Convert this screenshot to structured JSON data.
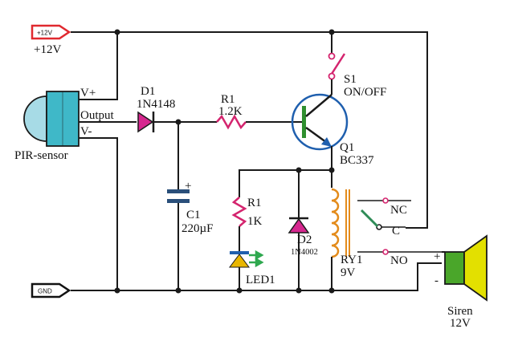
{
  "labels": {
    "vcc_tag": "+12V",
    "vcc_text": "+12V",
    "gnd_tag": "GND",
    "pir_vplus": "V+",
    "pir_output": "Output",
    "pir_vminus": "V-",
    "pir_name": "PIR-sensor",
    "d1_name": "D1",
    "d1_part": "1N4148",
    "r1_top_name": "R1",
    "r1_top_value": "1.2K",
    "c1_name": "C1",
    "c1_value": "220µF",
    "c1_plus": "+",
    "r1_mid_name": "R1",
    "r1_mid_value": "1K",
    "led_name": "LED1",
    "d2_name": "D2",
    "d2_part": "1N4002",
    "s1_name": "S1",
    "s1_desc": "ON/OFF",
    "q1_name": "Q1",
    "q1_part": "BC337",
    "nc": "NC",
    "c_contact": "C",
    "no": "NO",
    "ry1_name": "RY1",
    "ry1_value": "9V",
    "siren_plus": "+",
    "siren_minus": "-",
    "siren_name": "Siren",
    "siren_value": "12V"
  },
  "colors": {
    "wire": "#1a1a1a",
    "pir_body": "#3fb8c8",
    "pir_dome": "#a7dbe6",
    "diode_fill": "#d6278f",
    "resistor": "#d4246e",
    "capacitor": "#2a4f7a",
    "transistor_ring": "#1f5fae",
    "transistor_base": "#2f8f2f",
    "transistor_arrow": "#1f5fae",
    "led_body": "#e8b600",
    "led_rays": "#2fa84f",
    "relay_coil": "#e38b1b",
    "relay_contact": "#2e8b57",
    "siren_body": "#4aa62a",
    "siren_horn": "#e3e000",
    "tag_red": "#e0292f",
    "tag_black": "#111111"
  }
}
